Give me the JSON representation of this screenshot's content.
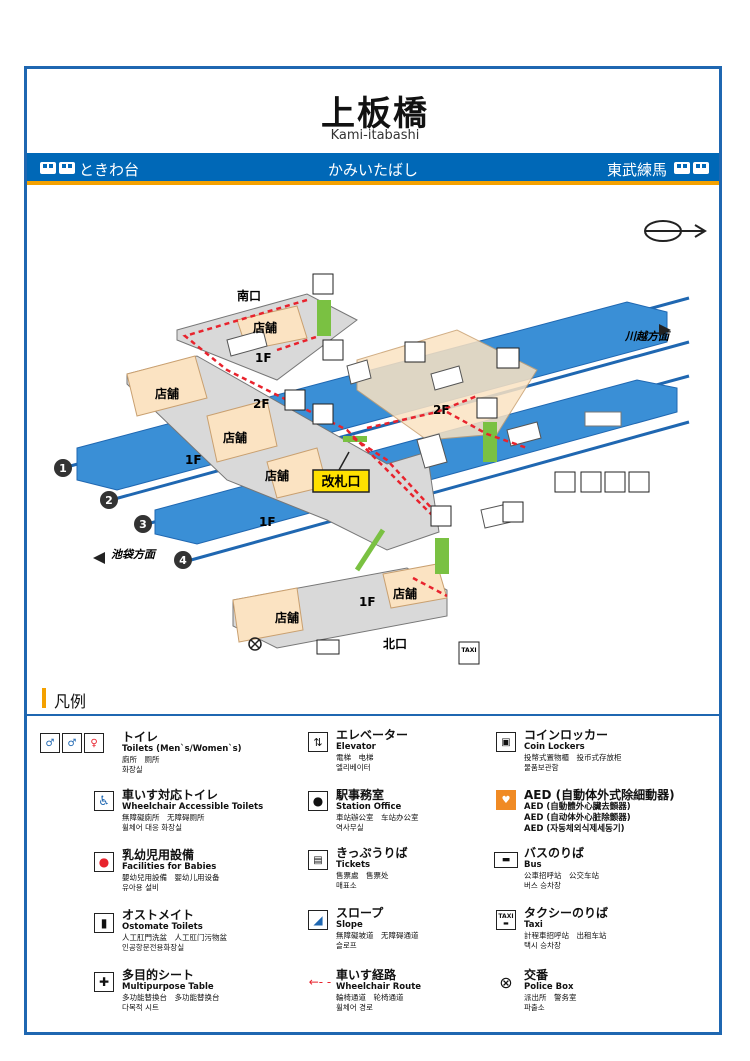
{
  "station": {
    "name": "上板橋",
    "roman": "Kami-itabashi",
    "kana": "かみいたばし"
  },
  "bar": {
    "left_station": "ときわ台",
    "right_station": "東武練馬"
  },
  "map": {
    "directions": {
      "kawagoe": "川越方面",
      "ikebukuro": "池袋方面"
    },
    "exits": {
      "south": "南口",
      "north": "北口"
    },
    "gate": "改札口",
    "floors": {
      "f1": "1F",
      "f2": "2F"
    },
    "shop": "店舗",
    "platforms": [
      "1",
      "2",
      "3",
      "4"
    ],
    "taxi": "TAXI"
  },
  "legend": {
    "title": "凡例",
    "items": [
      {
        "jp": "トイレ",
        "en": "Toilets (Men`s/Women`s)",
        "zh": "廁所　厕所",
        "ko": "화장실",
        "icon": "toilet-icon"
      },
      {
        "jp": "車いす対応トイレ",
        "en": "Wheelchair Accessible Toilets",
        "zh": "無障礙廁所　无障碍厕所",
        "ko": "휠체어 대응 화장실",
        "icon": "wheelchair-toilet-icon"
      },
      {
        "jp": "乳幼児用設備",
        "en": "Facilities for Babies",
        "zh": "嬰幼兒用設備　婴幼儿用设备",
        "ko": "유아용 설비",
        "icon": "baby-facilities-icon"
      },
      {
        "jp": "オストメイト",
        "en": "Ostomate Toilets",
        "zh": "人工肛門洗盆　人工肛门污物盆",
        "ko": "인공항문전용화장실",
        "icon": "ostomate-icon"
      },
      {
        "jp": "多目的シート",
        "en": "Multipurpose Table",
        "zh": "多功能替換台　多功能替换台",
        "ko": "다목적 시트",
        "icon": "multipurpose-table-icon"
      },
      {
        "jp": "エレベーター",
        "en": "Elevator",
        "zh": "電梯　电梯",
        "ko": "엘리베이터",
        "icon": "elevator-icon"
      },
      {
        "jp": "駅事務室",
        "en": "Station Office",
        "zh": "車站辦公室　车站办公室",
        "ko": "역사무실",
        "icon": "station-office-icon"
      },
      {
        "jp": "きっぷうりば",
        "en": "Tickets",
        "zh": "售票處　售票处",
        "ko": "매표소",
        "icon": "ticket-icon"
      },
      {
        "jp": "スロープ",
        "en": "Slope",
        "zh": "無障礙坡道　无障碍通道",
        "ko": "슬로프",
        "icon": "slope-icon"
      },
      {
        "jp": "車いす経路",
        "en": "Wheelchair Route",
        "zh": "輪椅通道　轮椅通道",
        "ko": "휠체어 경로",
        "icon": "wheelchair-route-icon"
      },
      {
        "jp": "コインロッカー",
        "en": "Coin Lockers",
        "zh": "投幣式置物櫃　投币式存放柜",
        "ko": "물품보관함",
        "icon": "coin-locker-icon"
      },
      {
        "jp": "AED (自動体外式除細動器)",
        "en": "AED (自動體外心臟去顫器)",
        "zh": "AED (自动体外心脏除颤器)",
        "ko": "AED (자동체외식제세동기)",
        "icon": "aed-icon"
      },
      {
        "jp": "バスのりば",
        "en": "Bus",
        "zh": "公車招呼站　公交车站",
        "ko": "버스 승차장",
        "icon": "bus-icon"
      },
      {
        "jp": "タクシーのりば",
        "en": "Taxi",
        "zh": "計程車招呼站　出租车站",
        "ko": "택시 승차장",
        "icon": "taxi-icon"
      },
      {
        "jp": "交番",
        "en": "Police Box",
        "zh": "派出所　警务室",
        "ko": "파출소",
        "icon": "police-box-icon"
      }
    ]
  },
  "colors": {
    "frame": "#1f67b1",
    "bar": "#0068b7",
    "accent": "#f4a100",
    "track": "#3a8fd6",
    "shop": "#fbe3c2",
    "floor": "#d9d9d9",
    "route": "#e8232d",
    "elevator": "#7ac142",
    "gate": "#ffe100"
  }
}
